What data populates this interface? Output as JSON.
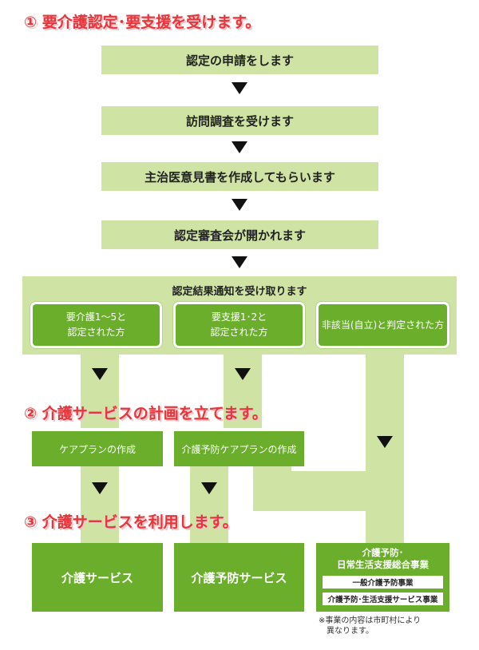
{
  "sections": {
    "s1": "① 要介護認定･要支援を受けます。",
    "s2": "② 介護サービスの計画を立てます。",
    "s3": "③ 介護サービスを利用します。"
  },
  "steps": [
    "認定の申請をします",
    "訪問調査を受けます",
    "主治医意見書を作成してもらいます",
    "認定審査会が開かれます"
  ],
  "result": {
    "title": "認定結果通知を受け取ります",
    "cards": [
      {
        "line1": "要介護1～5と",
        "line2": "認定された方"
      },
      {
        "line1": "要支援1･2と",
        "line2": "認定された方"
      },
      {
        "line1": "非該当(自立)と判定された方",
        "line2": ""
      }
    ]
  },
  "plans": [
    "ケアプランの作成",
    "介護予防ケアプランの作成"
  ],
  "services": {
    "care": "介護サービス",
    "prevention": "介護予防サービス",
    "general_title1": "介護予防･",
    "general_title2": "日常生活支援総合事業",
    "general_items": [
      "一般介護予防事業",
      "介護予防･生活支援サービス事業"
    ]
  },
  "note": {
    "line1": "※事業の内容は市町村により",
    "line2": "異なります。"
  },
  "colors": {
    "light_green": "#cfe3a4",
    "green": "#6aae2c",
    "title_red": "#e8343a"
  }
}
